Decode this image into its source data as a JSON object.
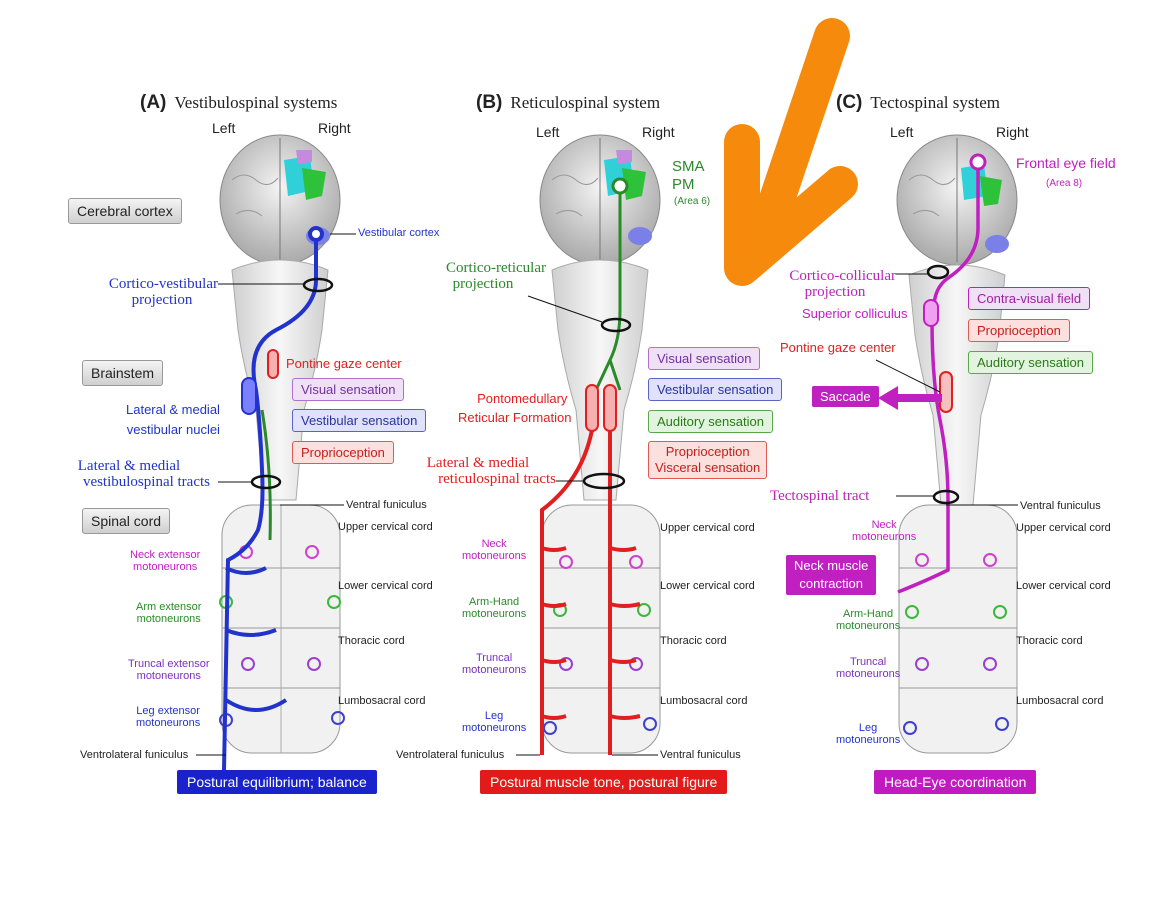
{
  "panels": {
    "a": {
      "letter": "(A)",
      "title": "Vestibulospinal systems",
      "left": "Left",
      "right": "Right",
      "vestibular_cortex": "Vestibular cortex",
      "cortico_vestibular": [
        "Cortico-vestibular",
        "projection"
      ],
      "pontine_gaze": "Pontine gaze center",
      "visual": "Visual sensation",
      "vestibular": "Vestibular sensation",
      "proprioception": "Proprioception",
      "nuclei": [
        "Lateral & medial",
        "vestibular nuclei"
      ],
      "tracts": [
        "Lateral & medial",
        "vestibulospinal tracts"
      ],
      "ventral_funiculus": "Ventral funiculus",
      "cords": [
        "Upper cervical cord",
        "Lower cervical cord",
        "Thoracic cord",
        "Lumbosacral cord"
      ],
      "neurons": [
        [
          "Neck extensor",
          "motoneurons"
        ],
        [
          "Arm extensor",
          "motoneurons"
        ],
        [
          "Truncal extensor",
          "motoneurons"
        ],
        [
          "Leg extensor",
          "motoneurons"
        ]
      ],
      "ventrolateral": "Ventrolateral funiculus",
      "banner": "Postural equilibrium; balance"
    },
    "b": {
      "letter": "(B)",
      "title": "Reticulospinal system",
      "left": "Left",
      "right": "Right",
      "sma": "SMA",
      "pm": "PM",
      "area": "(Area 6)",
      "cortico_reticular": [
        "Cortico-reticular",
        "projection"
      ],
      "visual": "Visual sensation",
      "vestibular": "Vestibular sensation",
      "auditory": "Auditory sensation",
      "proprioception": "Proprioception",
      "visceral": "Visceral sensation",
      "formation": [
        "Pontomedullary",
        "Reticular Formation"
      ],
      "tracts": [
        "Lateral & medial",
        "reticulospinal tracts"
      ],
      "cords": [
        "Upper cervical cord",
        "Lower cervical cord",
        "Thoracic cord",
        "Lumbosacral cord"
      ],
      "neurons": [
        [
          "Neck",
          "motoneurons"
        ],
        [
          "Arm-Hand",
          "motoneurons"
        ],
        [
          "Truncal",
          "motoneurons"
        ],
        [
          "Leg",
          "motoneurons"
        ]
      ],
      "ventrolateral": "Ventrolateral funiculus",
      "ventral_funiculus": "Ventral funiculus",
      "banner": "Postural muscle tone, postural figure"
    },
    "c": {
      "letter": "(C)",
      "title": "Tectospinal system",
      "left": "Left",
      "right": "Right",
      "fef": "Frontal eye field",
      "area": "(Area 8)",
      "cortico_collicular": [
        "Cortico-collicular",
        "projection"
      ],
      "superior_colliculus": "Superior colliculus",
      "contra_visual": "Contra-visual field",
      "proprioception": "Proprioception",
      "auditory": "Auditory sensation",
      "pontine_gaze": "Pontine gaze center",
      "saccade": "Saccade",
      "tract": "Tectospinal tract",
      "ventral_funiculus": "Ventral funiculus",
      "neck_contraction": [
        "Neck muscle",
        "contraction"
      ],
      "cords": [
        "Upper cervical cord",
        "Lower cervical cord",
        "Thoracic cord",
        "Lumbosacral cord"
      ],
      "neurons": [
        [
          "Neck",
          "motoneurons"
        ],
        [
          "Arm-Hand",
          "motoneurons"
        ],
        [
          "Truncal",
          "motoneurons"
        ],
        [
          "Leg",
          "motoneurons"
        ]
      ],
      "banner": "Head-Eye coordination"
    }
  },
  "regions": [
    "Cerebral cortex",
    "Brainstem",
    "Spinal cord"
  ],
  "colors": {
    "vestibulo": "#2233cc",
    "reticulo": "#e02020",
    "cortico_ret": "#2a8a2a",
    "tecto": "#c020c0",
    "arrow": "#f58a0c"
  }
}
